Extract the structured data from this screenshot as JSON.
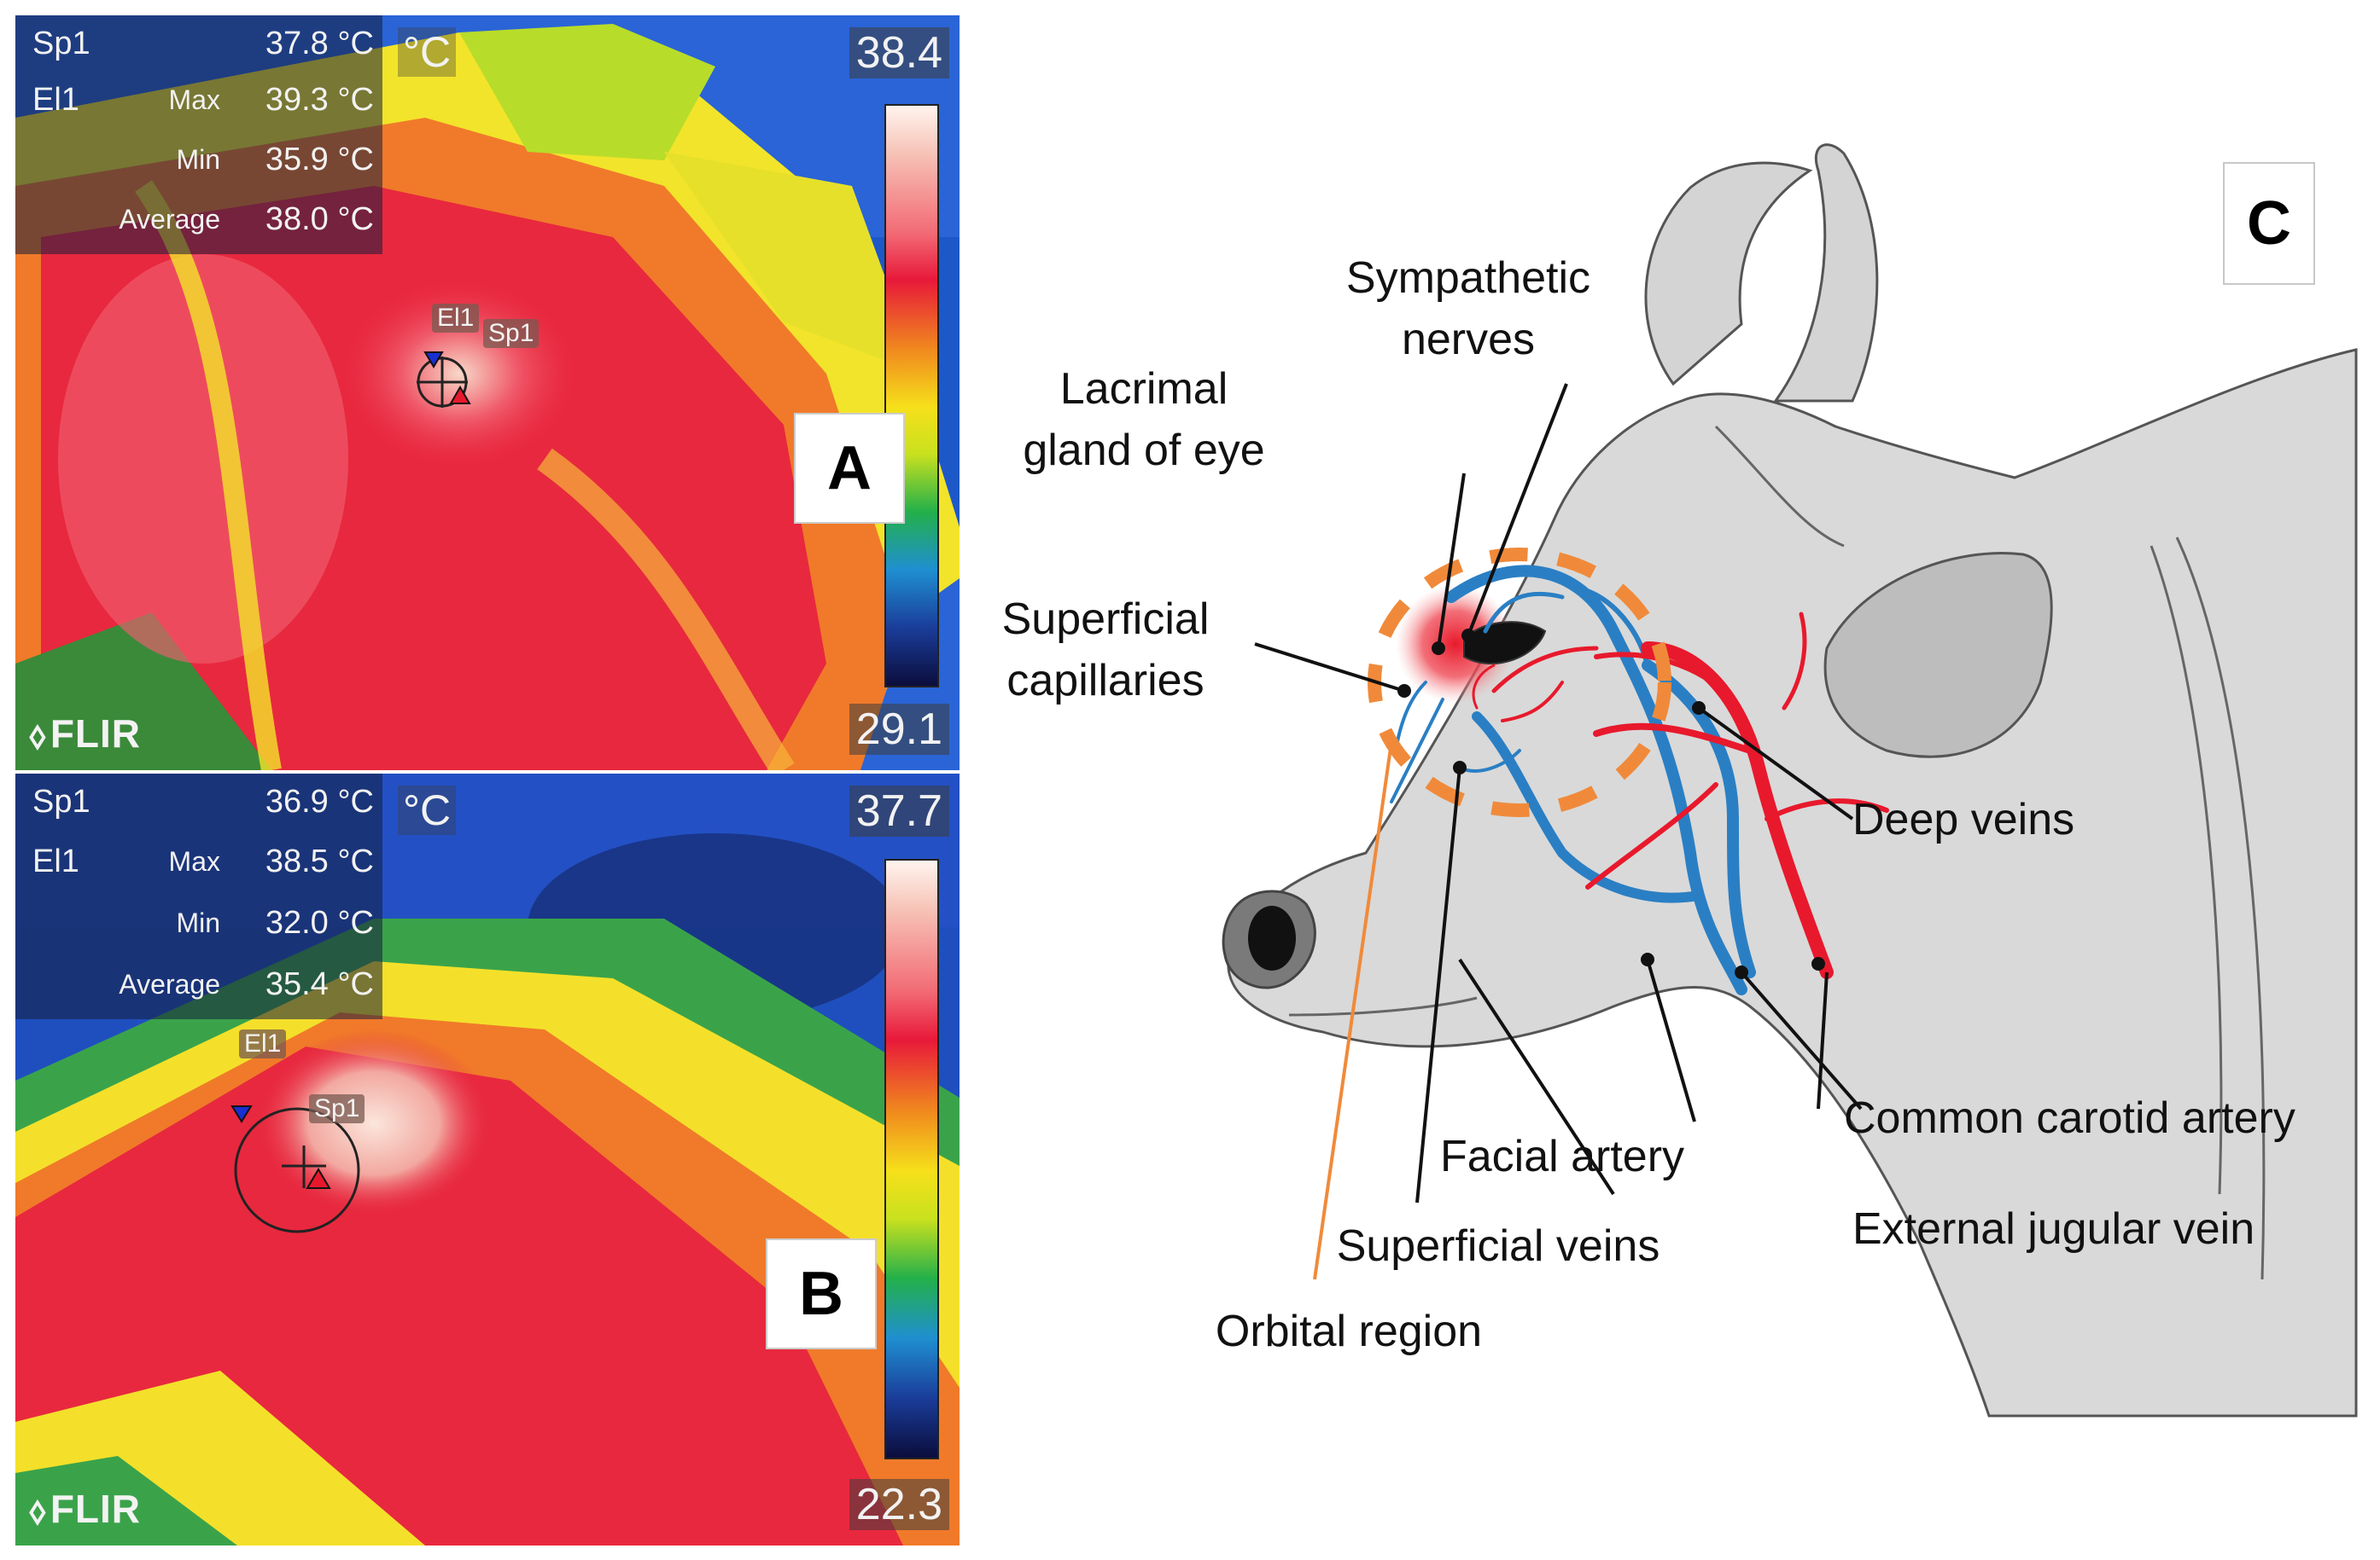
{
  "panels": {
    "A": {
      "letter": "A",
      "unit": "°C",
      "scale_max": "38.4",
      "scale_min": "29.1",
      "brand": "FLIR",
      "readout": {
        "sp1_label": "Sp1",
        "sp1_value": "37.8 °C",
        "el1_label": "El1",
        "max_label": "Max",
        "max_value": "39.3 °C",
        "min_label": "Min",
        "min_value": "35.9 °C",
        "avg_label": "Average",
        "avg_value": "38.0 °C"
      },
      "tags": {
        "el1": "El1",
        "sp1": "Sp1"
      }
    },
    "B": {
      "letter": "B",
      "unit": "°C",
      "scale_max": "37.7",
      "scale_min": "22.3",
      "brand": "FLIR",
      "readout": {
        "sp1_label": "Sp1",
        "sp1_value": "36.9 °C",
        "el1_label": "El1",
        "max_label": "Max",
        "max_value": "38.5 °C",
        "min_label": "Min",
        "min_value": "32.0 °C",
        "avg_label": "Average",
        "avg_value": "35.4 °C"
      },
      "tags": {
        "el1": "El1",
        "sp1": "Sp1"
      }
    }
  },
  "diagram": {
    "letter": "C",
    "labels": {
      "sympathetic_1": "Sympathetic",
      "sympathetic_2": "nerves",
      "lacrimal_1": "Lacrimal",
      "lacrimal_2": "gland of eye",
      "superficial_cap_1": "Superficial",
      "superficial_cap_2": "capillaries",
      "deep_veins": "Deep veins",
      "common_carotid": "Common carotid artery",
      "facial_artery": "Facial artery",
      "external_jugular": "External jugular vein",
      "superficial_veins": "Superficial veins",
      "orbital_region": "Orbital region"
    },
    "colors": {
      "artery": "#e8192c",
      "vein": "#2a7fc4",
      "skin": "#d9d9d9",
      "outline": "#555555",
      "orbital": "#f08a3a"
    }
  }
}
